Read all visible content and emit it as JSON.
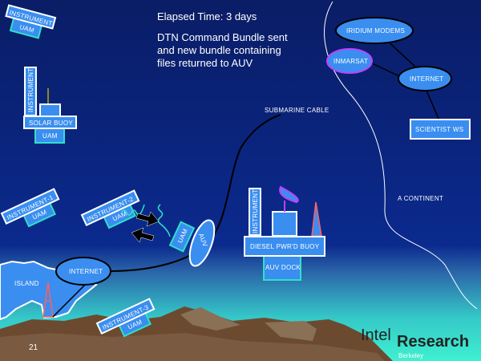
{
  "header": {
    "elapsed": "Elapsed Time:  3 days",
    "status_lines": [
      "DTN Command  Bundle sent",
      "and new bundle containing",
      "files returned to AUV"
    ]
  },
  "nodes": {
    "instrument_top": "INSTRUMENT",
    "uam": "UAM",
    "solar_instrument": "INSTRUMENT",
    "solar_buoy": "SOLAR BUOY",
    "instrument_1": "INSTRUMENT-1",
    "instrument_2": "INSTRUMENT-2",
    "instrument_3": "INSTRUMENT-3",
    "auv": "AUV",
    "island": "ISLAND",
    "internet_island": "INTERNET",
    "submarine_cable": "SUBMARINE CABLE",
    "diesel_instrument": "INSTRUMENT",
    "diesel_buoy": "DIESEL PWR'D BUOY",
    "auv_dock": "AUV DOCK",
    "continent": "A CONTINENT",
    "iridium": "IRIDIUM MODEMS",
    "inmarsat": "INMARSAT",
    "internet_continent": "INTERNET",
    "scientist": "SCIENTIST WS"
  },
  "footer": {
    "slide_number": "21",
    "logo_intel": "Intel",
    "logo_research": "Research",
    "logo_berkeley": "Berkeley"
  }
}
